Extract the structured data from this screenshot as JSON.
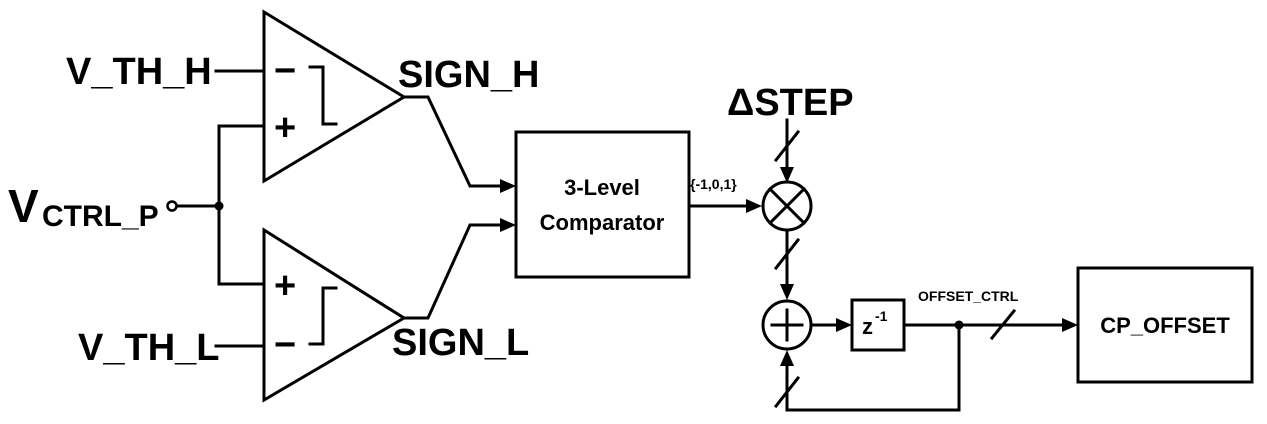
{
  "inputs": {
    "v_th_h": "V_TH_H",
    "v_th_l": "V_TH_L",
    "v_ctrl_main": "V",
    "v_ctrl_sub": "CTRL_P",
    "delta_step": "ΔSTEP"
  },
  "comparators": {
    "upper_minus": "−",
    "upper_plus": "+",
    "lower_plus": "+",
    "lower_minus": "−",
    "sign_h": "SIGN_H",
    "sign_l": "SIGN_L"
  },
  "blocks": {
    "three_level_line1": "3-Level",
    "three_level_line2": "Comparator",
    "delay_base": "z",
    "delay_exp": "-1",
    "cp_offset": "CP_OFFSET"
  },
  "signals": {
    "comparator_output": "{-1,0,1}",
    "offset_ctrl": "OFFSET_CTRL"
  },
  "symbols": {
    "multiplier": "multiplier-symbol",
    "adder": "adder-symbol",
    "adder_plus": "+"
  },
  "colors": {
    "stroke": "#000000",
    "background": "#ffffff"
  }
}
